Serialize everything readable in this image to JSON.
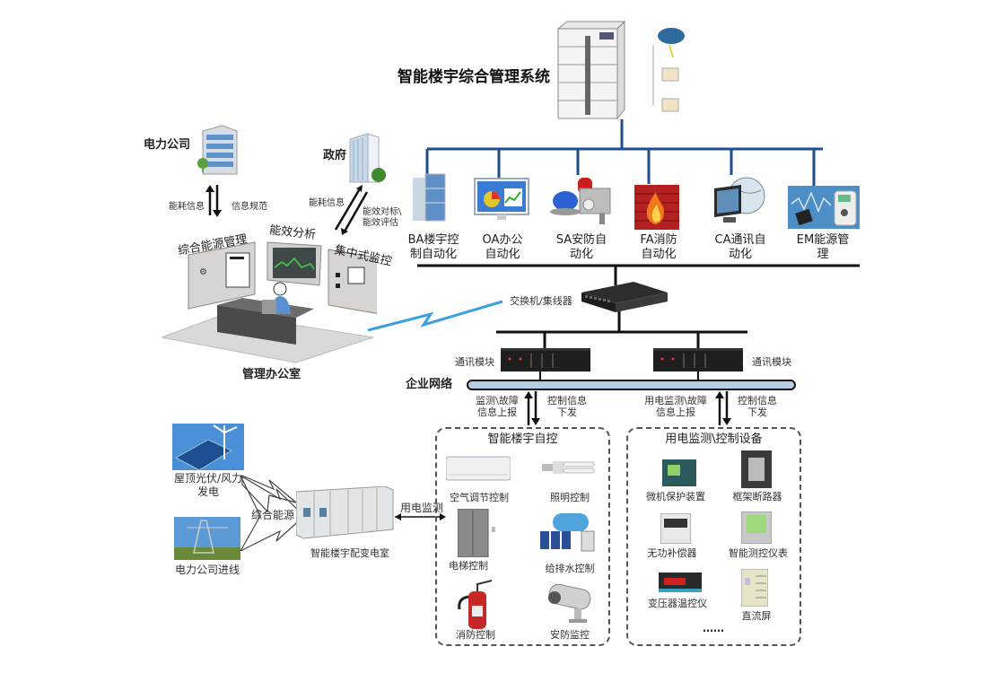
{
  "title": "智能楼宇综合管理系统",
  "subsystems": [
    {
      "id": "ba",
      "label": "BA楼宇控制自动化",
      "line1": "BA楼宇控",
      "line2": "制自动化"
    },
    {
      "id": "oa",
      "label": "OA办公自动化",
      "line1": "OA办公",
      "line2": "自动化"
    },
    {
      "id": "sa",
      "label": "SA安防自动化",
      "line1": "SA安防自",
      "line2": "动化"
    },
    {
      "id": "fa",
      "label": "FA消防自动化",
      "line1": "FA消防",
      "line2": "自动化"
    },
    {
      "id": "ca",
      "label": "CA通讯自动化",
      "line1": "CA通讯自",
      "line2": "动化"
    },
    {
      "id": "em",
      "label": "EM能源管理",
      "line1": "EM能源管",
      "line2": "理"
    }
  ],
  "external": {
    "power_company": "电力公司",
    "government": "政府",
    "power_up": "能耗信息",
    "power_down": "信息规范",
    "gov_up": "能耗信息",
    "gov_down_1": "能效对标\\",
    "gov_down_2": "能效评估"
  },
  "office": {
    "title": "管理办公室",
    "panel_energy": "综合能源管理",
    "panel_efficiency": "能效分析",
    "panel_monitor": "集中式监控"
  },
  "network": {
    "switch_label": "交换机/集线器",
    "comm_module_left": "通讯模块",
    "comm_module_right": "通讯模块",
    "enterprise_network": "企业网络",
    "left_up_1": "监测\\故障",
    "left_up_2": "信息上报",
    "left_down_1": "控制信息",
    "left_down_2": "下发",
    "right_up_1": "用电监测\\故障",
    "right_up_2": "信息上报",
    "right_down_1": "控制信息",
    "right_down_2": "下发"
  },
  "auto_control": {
    "title": "智能楼宇自控",
    "items": [
      "空气调节控制",
      "照明控制",
      "电梯控制",
      "给排水控制",
      "消防控制",
      "安防监控"
    ]
  },
  "power_monitor": {
    "title": "用电监测\\控制设备",
    "items": [
      "微机保护装置",
      "框架断路器",
      "无功补偿器",
      "智能测控仪表",
      "变压器温控仪",
      "直流屏"
    ],
    "more": "……"
  },
  "energy": {
    "solar_wind_1": "屋顶光伏/风力",
    "solar_wind_2": "发电",
    "grid_in": "电力公司进线",
    "combined": "综合能源",
    "substation": "智能楼宇配变电室",
    "monitor_link": "用电监测"
  },
  "colors": {
    "tree_line": "#1f4e8c",
    "bus_line": "#111111",
    "enterprise_bus": "#b8cde6",
    "lightning": "#3aa0e0"
  }
}
